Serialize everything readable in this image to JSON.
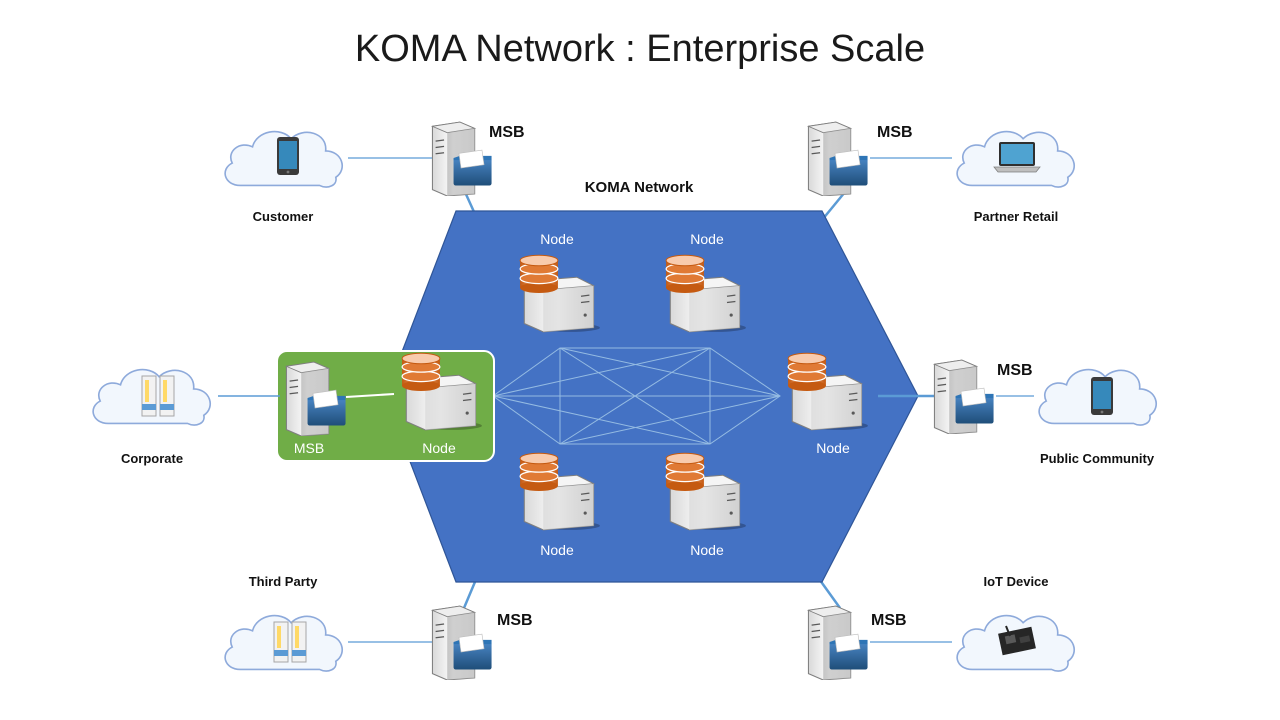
{
  "title": "KOMA Network : Enterprise Scale",
  "network_label": "KOMA Network",
  "nodes": {
    "top_left": "Node",
    "top_right": "Node",
    "mid_left": "Node",
    "mid_right": "Node",
    "bottom_left": "Node",
    "bottom_right": "Node"
  },
  "msb": {
    "top_left": "MSB",
    "top_right": "MSB",
    "mid_left": "MSB",
    "mid_right": "MSB",
    "bottom_left": "MSB",
    "bottom_right": "MSB"
  },
  "clients": {
    "customer": "Customer",
    "partner_retail": "Partner Retail",
    "corporate": "Corporate",
    "public_community": "Public Community",
    "third_party": "Third Party",
    "iot_device": "IoT Device"
  },
  "colors": {
    "hexagon": "#4472c4",
    "hexagon_border": "#2f5597",
    "corporate_box": "#70ad47",
    "link": "#5b9bd5",
    "mesh": "#9dc3e6",
    "cloud_fill": "#f2f7fd",
    "cloud_stroke": "#8eaadb"
  }
}
